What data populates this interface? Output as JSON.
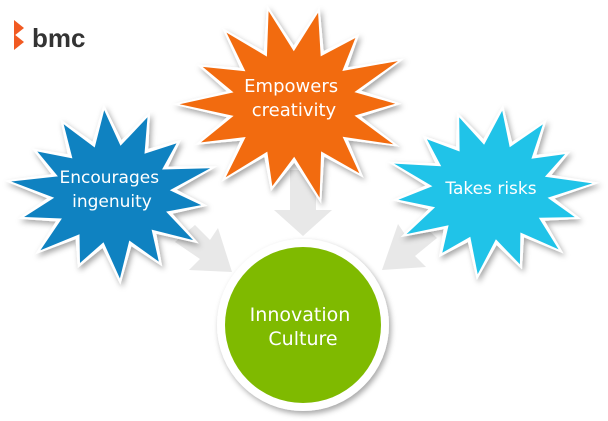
{
  "logo": {
    "wordmark": "bmc",
    "color": "#f15a22"
  },
  "diagram": {
    "center": {
      "lines": [
        "Innovation",
        "Culture"
      ],
      "color": "#7fba00"
    },
    "nodes": [
      {
        "id": "empowers",
        "lines": [
          "Empowers",
          "creativity"
        ],
        "color": "#f26b0f"
      },
      {
        "id": "encourages",
        "lines": [
          "Encourages",
          "ingenuity"
        ],
        "color": "#0f82c1"
      },
      {
        "id": "takes-risks",
        "lines": [
          "Takes risks"
        ],
        "color": "#20c3e8"
      }
    ],
    "arrow_color": "#e8e8e8"
  }
}
